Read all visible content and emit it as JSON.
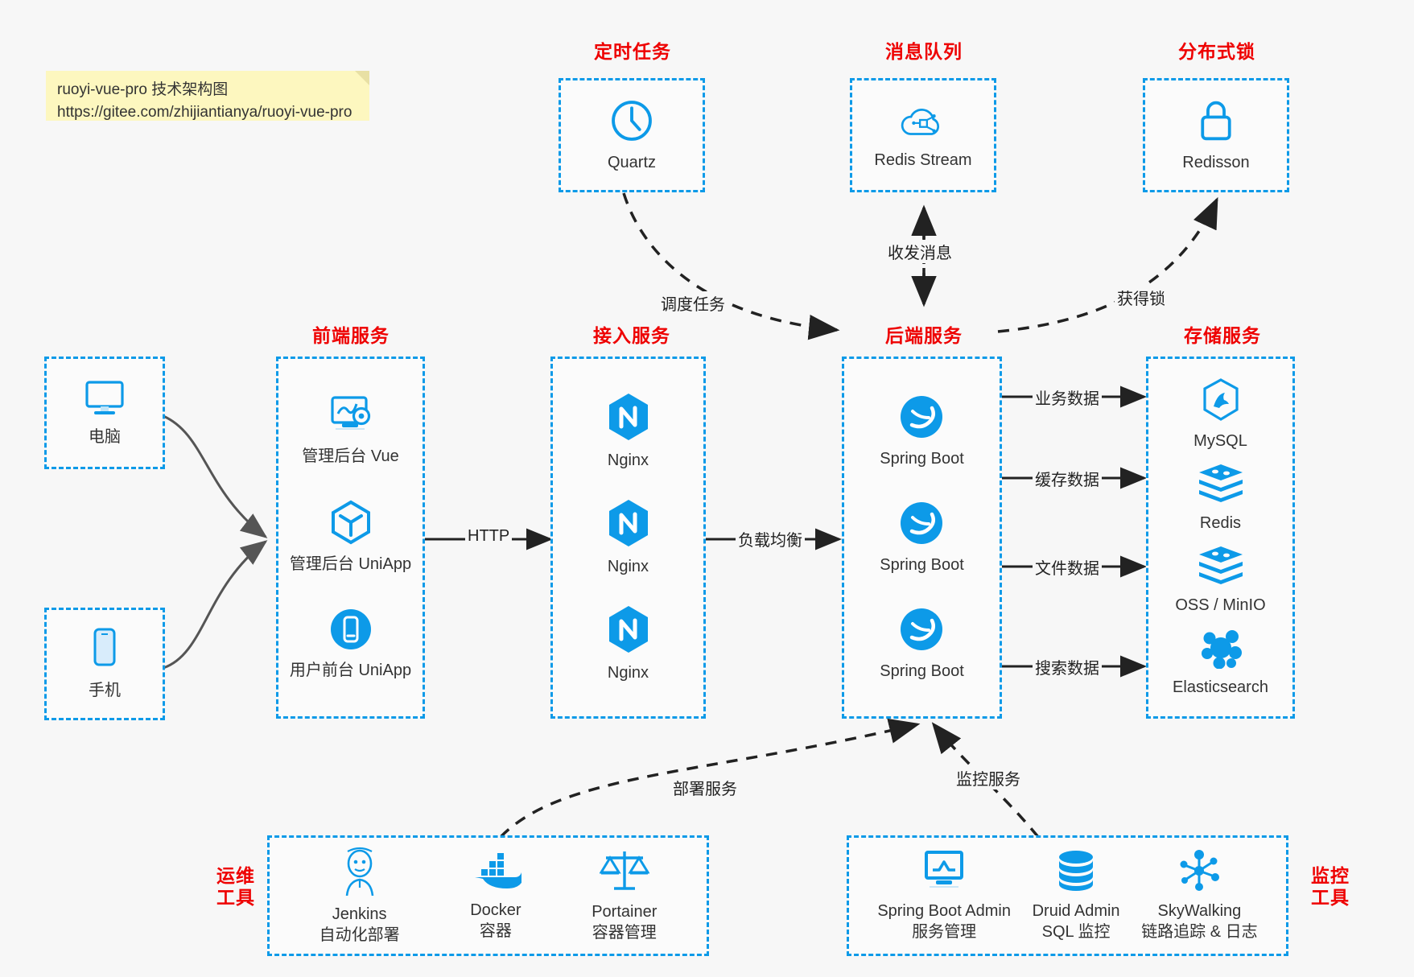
{
  "note": {
    "line1": "ruoyi-vue-pro 技术架构图",
    "line2": "https://gitee.com/zhijiantianya/ruoyi-vue-pro"
  },
  "groups": {
    "schedule": {
      "title": "定时任务",
      "items": [
        {
          "label": "Quartz",
          "icon": "clock-icon"
        }
      ]
    },
    "mq": {
      "title": "消息队列",
      "items": [
        {
          "label": "Redis Stream",
          "icon": "cloud-stream-icon"
        }
      ]
    },
    "lock": {
      "title": "分布式锁",
      "items": [
        {
          "label": "Redisson",
          "icon": "lock-icon"
        }
      ]
    },
    "clients": {
      "pc": {
        "label": "电脑",
        "icon": "monitor-icon"
      },
      "mobile": {
        "label": "手机",
        "icon": "phone-icon"
      }
    },
    "frontend": {
      "title": "前端服务",
      "items": [
        {
          "label": "管理后台 Vue",
          "icon": "dashboard-icon"
        },
        {
          "label": "管理后台 UniApp",
          "icon": "cube-icon"
        },
        {
          "label": "用户前台 UniApp",
          "icon": "mobile-app-icon"
        }
      ]
    },
    "gateway": {
      "title": "接入服务",
      "items": [
        {
          "label": "Nginx",
          "icon": "nginx-icon"
        },
        {
          "label": "Nginx",
          "icon": "nginx-icon"
        },
        {
          "label": "Nginx",
          "icon": "nginx-icon"
        }
      ]
    },
    "backend": {
      "title": "后端服务",
      "items": [
        {
          "label": "Spring Boot",
          "icon": "spring-icon"
        },
        {
          "label": "Spring Boot",
          "icon": "spring-icon"
        },
        {
          "label": "Spring Boot",
          "icon": "spring-icon"
        }
      ]
    },
    "storage": {
      "title": "存储服务",
      "items": [
        {
          "label": "MySQL",
          "icon": "mysql-icon"
        },
        {
          "label": "Redis",
          "icon": "redis-icon"
        },
        {
          "label": "OSS / MinIO",
          "icon": "oss-icon"
        },
        {
          "label": "Elasticsearch",
          "icon": "elasticsearch-icon"
        }
      ]
    },
    "devops": {
      "title": "运维\n工具",
      "title_line1": "运维",
      "title_line2": "工具",
      "items": [
        {
          "label": "Jenkins",
          "sub": "自动化部署",
          "icon": "jenkins-icon"
        },
        {
          "label": "Docker",
          "sub": "容器",
          "icon": "docker-icon"
        },
        {
          "label": "Portainer",
          "sub": "容器管理",
          "icon": "scales-icon"
        }
      ]
    },
    "monitor": {
      "title_line1": "监控",
      "title_line2": "工具",
      "items": [
        {
          "label": "Spring Boot Admin",
          "sub": "服务管理",
          "icon": "monitor-chart-icon"
        },
        {
          "label": "Druid Admin",
          "sub": "SQL 监控",
          "icon": "database-icon"
        },
        {
          "label": "SkyWalking",
          "sub": "链路追踪 & 日志",
          "icon": "skywalking-icon"
        }
      ]
    }
  },
  "edges": {
    "http": "HTTP",
    "load_balance": "负载均衡",
    "schedule_task": "调度任务",
    "send_receive_message": "收发消息",
    "acquire_lock": "获得锁",
    "business_data": "业务数据",
    "cache_data": "缓存数据",
    "file_data": "文件数据",
    "search_data": "搜索数据",
    "deploy_service": "部署服务",
    "monitor_service": "监控服务"
  },
  "colors": {
    "accent_blue": "#0d9ae8",
    "title_red": "#ee0000",
    "arrow_gray": "#555555",
    "background": "#f7f7f7",
    "note_yellow": "#fdf7bf"
  }
}
